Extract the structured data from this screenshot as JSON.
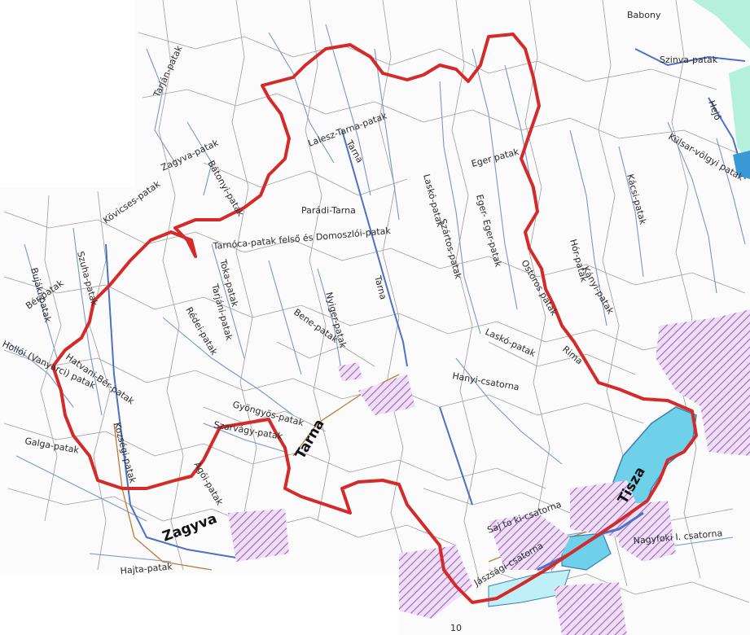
{
  "colors": {
    "background": "#ffffff",
    "boundary": "#d42a2a",
    "river": "#4c72c4",
    "stream": "#7a96d0",
    "municipal_lines": "#9a9a9a",
    "lake_fill": "#6fd0ea",
    "protected_hatch": "#a060c0",
    "road": "#c07a3a"
  },
  "labels": {
    "tisza": "Tisza",
    "zagyva": "Zagyva",
    "tarna_main": "Tarna",
    "babony": "Babony",
    "szinva": "Szinva-patak",
    "hejo": "Hejő",
    "kulsar": "Külsar-völgyi patak",
    "tarjan": "Tarján-patak",
    "lalesz": "Lalesz-Tarna-patak",
    "tarna_upper": "Tarna",
    "eger_patak": "Eger patak",
    "zagyva_patak": "Zagyva-patak",
    "bátonyi": "Bátonyi-patak",
    "kovicses": "Kövicses-patak",
    "paradi": "Parádi-Tarna",
    "tarnoca": "Tarnóca-patak felső és Domoszlói-patak",
    "lasko": "Laskó-patak",
    "szartos": "Szártos-patak",
    "eger_eger": "Eger- Eger-patak",
    "kacsi": "Kácsi-patak",
    "hor": "Hór-patak",
    "kanyi": "Kányi-patak",
    "szuha": "Szuha-patak",
    "bujaki": "Bujáki-patak",
    "ber": "Bér-patak",
    "toka": "Toka-patak",
    "tarjani": "Tarjáni-patak",
    "tarna_mid": "Tarna",
    "nyiger": "Nyiger-patak",
    "bene": "Bene-patak",
    "rede": "Rédei-patak",
    "ostoros": "Ostoros patak",
    "hatvani_ber": "Hatvani-Bér-patak",
    "hollo": "Hollói (Vanyarci) patak",
    "gyongyos": "Gyöngyös-patak",
    "lasko2": "Laskó-patak",
    "hanyi": "Hanyi-csatorna",
    "rima": "Rima",
    "szarvagy": "Szarvágy-patak",
    "kozsegi": "Kozségi-patak",
    "galga": "Galga-patak",
    "agoi": "Ágói-patak",
    "hajta": "Hajta-patak",
    "sajtoki": "Saj to ki-csatorna",
    "nagyfoki": "Nagyfoki I. csatorna",
    "jaszsagi": "Jászsági-csatorna",
    "bottom_num": "10"
  }
}
